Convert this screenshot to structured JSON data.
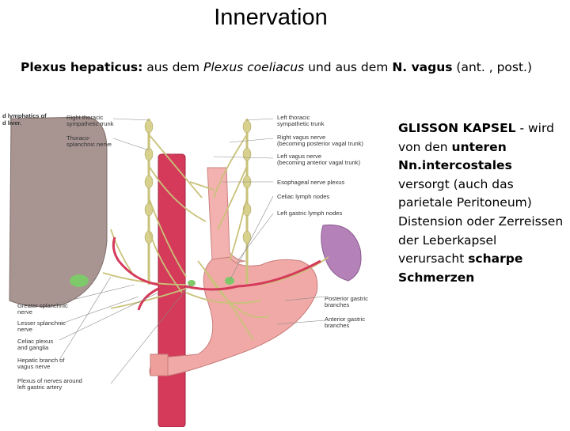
{
  "title": "Innervation",
  "subtitle": {
    "term": "Plexus hepaticus:",
    "part1": " aus dem ",
    "italic1": "Plexus coeliacus",
    "part2": "  und aus dem ",
    "bold2": "N. vagus",
    "part3": " (ant. , post.)"
  },
  "figure_labels": {
    "top_left_1": "d lymphatics of",
    "top_left_2": "d liver.",
    "right_thoracic": "Right thoracic\nsympathetic trunk",
    "thoracosplanchnic": "Thoraco-\nsplanchnic nerve",
    "left_thoracic": "Left thoracic\nsympathetic trunk",
    "right_vagus": "Right vagus nerve\n(becoming posterior vagal trunk)",
    "left_vagus": "Left vagus nerve\n(becoming anterior vagal trunk)",
    "esophageal": "Esophageal nerve plexus",
    "celiac_lymph": "Celiac lymph nodes",
    "left_gastric_lymph": "Left gastric lymph nodes",
    "greater_splanchnic": "Greater splanchnic\nnerve",
    "lesser_splanchnic": "Lesser splanchnic\nnerve",
    "celiac_plexus": "Celiac plexus\nand ganglia",
    "hepatic_branch": "Hepatic branch of\nvagus nerve",
    "plexus_left_gastric": "Plexus of nerves around\nleft gastric artery",
    "posterior_gastric": "Posterior gastric\nbranches",
    "anterior_gastric": "Anterior gastric\nbranches"
  },
  "glisson": {
    "heading": "GLISSON KAPSEL",
    "t1": "  - wird von den ",
    "b1": "unteren Nn.intercostales",
    "t2": " versorgt (auch das parietale Peritoneum) Distension oder Zerreissen der Leberkapsel verursacht ",
    "b2": "scharpe Schmerzen"
  },
  "colors": {
    "liver": "#a89592",
    "aorta": "#d53a5a",
    "stomach": "#f0a9a6",
    "nerve": "#c9c27a",
    "spleen": "#b482b8",
    "lymph": "#7ec96a"
  }
}
